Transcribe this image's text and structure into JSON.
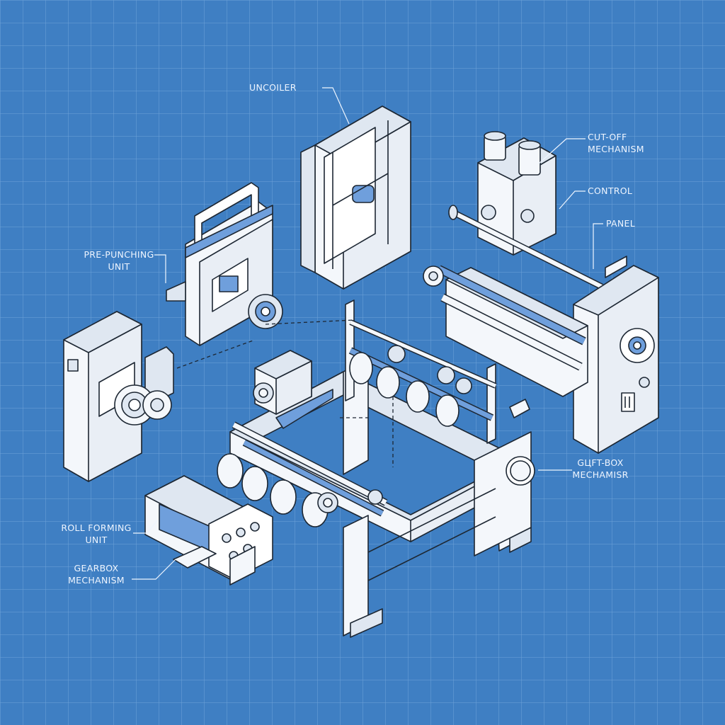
{
  "colors": {
    "background": "#3f7fc3",
    "grid": "#6fa3d8",
    "part_fill": "#f4f7fb",
    "part_shade": "#dfe7f1",
    "accent_blue": "#6f9fdc",
    "outline": "#1d2733",
    "label": "#eef5ff"
  },
  "labels": {
    "uncoiler": "UNCOILER",
    "cutoff_1": "CUT-OFF",
    "cutoff_2": "MECHANISM",
    "control": "CONTROL",
    "panel": "PANEL",
    "prepunch_1": "PRE-PUNCHING",
    "prepunch_2": "UNIT",
    "gearbox_right_1": "G⁠ЦFT-BOX",
    "gearbox_right_2": "MECHAMISR",
    "roll_forming_1": "ROLL FORMING",
    "roll_forming_2": "UNIT",
    "gearbox_1": "GEARBOX",
    "gearbox_2": "MECHANISM"
  }
}
